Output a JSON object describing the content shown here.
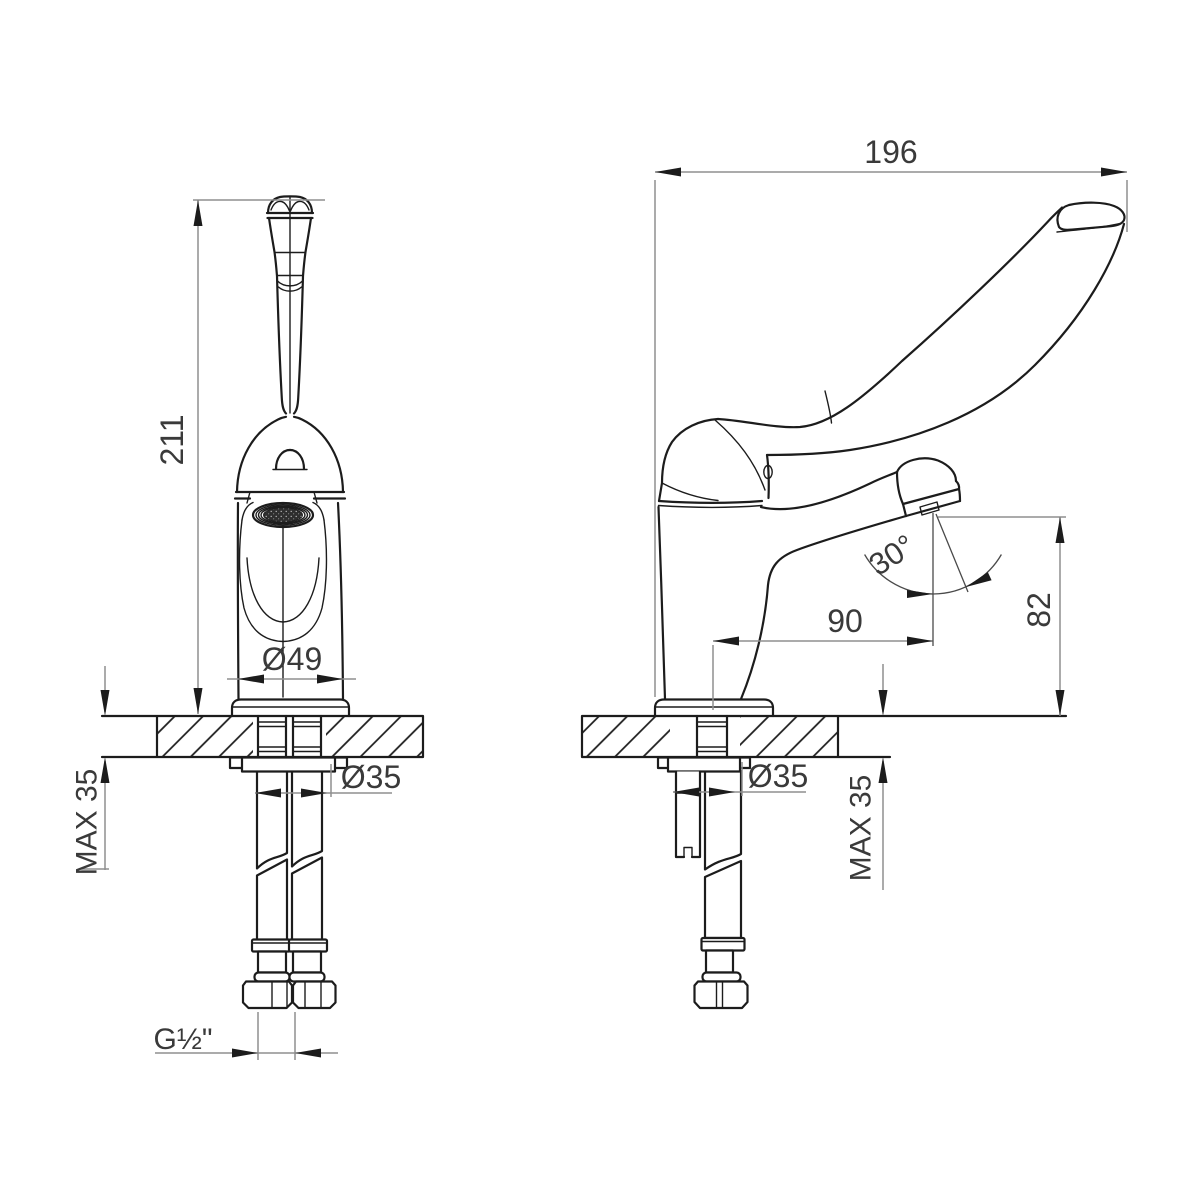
{
  "colors": {
    "background": "#ffffff",
    "object_line": "#1c1c1c",
    "dimension_line": "#8f8f8f",
    "arrow": "#1c1c1c",
    "label_text": "#3a3a3a"
  },
  "dimensions": {
    "overall_height": {
      "label": "211"
    },
    "overall_reach": {
      "label": "196"
    },
    "body_diameter": {
      "label": "Ø49"
    },
    "mounting_hole_front": {
      "label": "Ø35"
    },
    "mounting_hole_side": {
      "label": "Ø35"
    },
    "max_deck_thickness_front": {
      "label": "MAX 35"
    },
    "max_deck_thickness_side": {
      "label": "MAX 35"
    },
    "spout_reach": {
      "label": "90"
    },
    "spout_height": {
      "label": "82"
    },
    "aerator_angle": {
      "label": "30°"
    },
    "hose_thread": {
      "label": "G½\""
    }
  }
}
